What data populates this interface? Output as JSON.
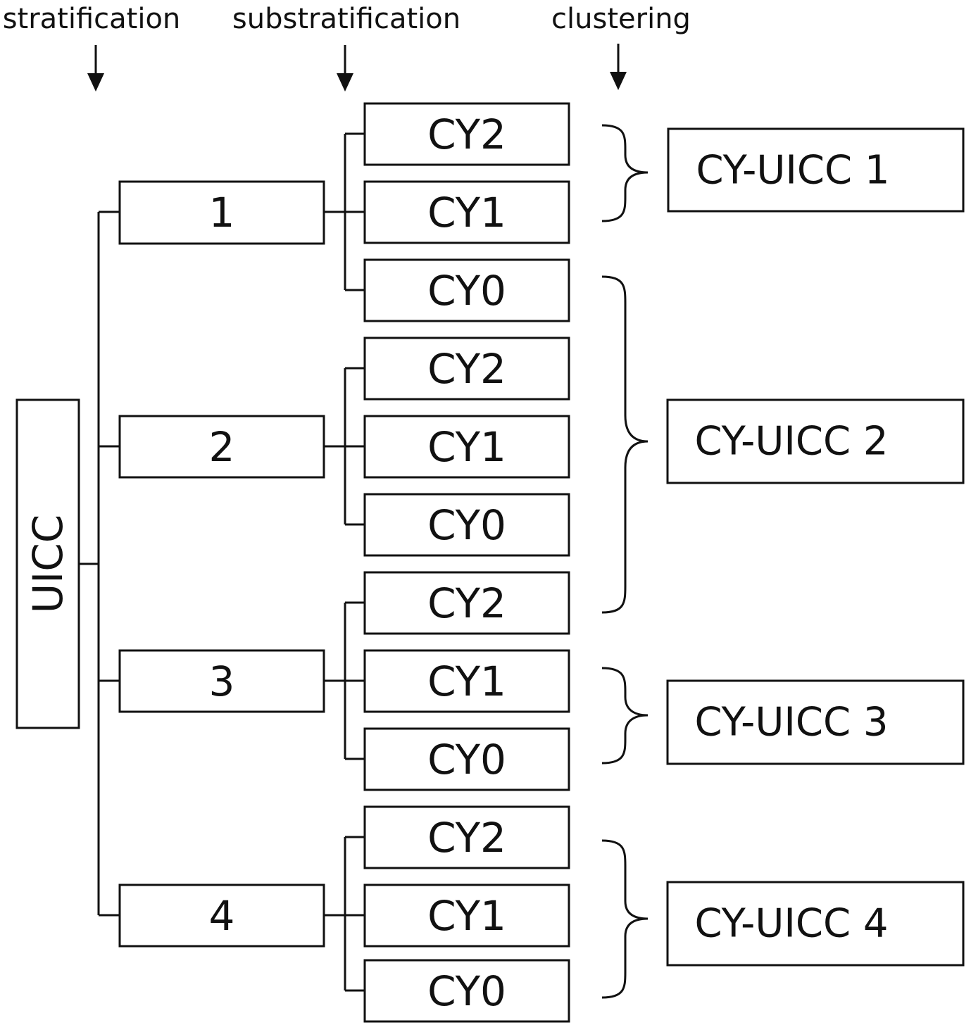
{
  "headers": {
    "stratification": "stratification",
    "substratification": "substratification",
    "clustering": "clustering"
  },
  "root": {
    "label": "UICC"
  },
  "strata": [
    {
      "label": "1",
      "sub": [
        "CY2",
        "CY1",
        "CY0"
      ]
    },
    {
      "label": "2",
      "sub": [
        "CY2",
        "CY1",
        "CY0"
      ]
    },
    {
      "label": "3",
      "sub": [
        "CY2",
        "CY1",
        "CY0"
      ]
    },
    {
      "label": "4",
      "sub": [
        "CY2",
        "CY1",
        "CY0"
      ]
    }
  ],
  "clusters": [
    {
      "label": "CY-UICC 1"
    },
    {
      "label": "CY-UICC 2"
    },
    {
      "label": "CY-UICC 3"
    },
    {
      "label": "CY-UICC 4"
    }
  ]
}
